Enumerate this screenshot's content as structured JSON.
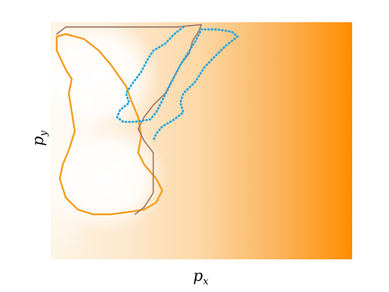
{
  "chart_data": {
    "type": "heatmap",
    "title": "",
    "xlabel_main": "p",
    "xlabel_sub": "x",
    "ylabel_main": "p",
    "ylabel_sub": "y",
    "grid": false,
    "legend": "none",
    "colormap": {
      "low": "#ffffff",
      "mid": "#fbd9a8",
      "high": "#ff8c00"
    },
    "description_values": {
      "x_range": [
        0,
        1
      ],
      "y_range": [
        0,
        1
      ]
    },
    "series": [
      {
        "style": "solid-orange",
        "color": "#f39c1a",
        "points": [
          [
            0.02,
            0.06
          ],
          [
            0.02,
            0.12
          ],
          [
            0.05,
            0.2
          ],
          [
            0.07,
            0.24
          ],
          [
            0.06,
            0.3
          ],
          [
            0.07,
            0.38
          ],
          [
            0.08,
            0.46
          ],
          [
            0.06,
            0.54
          ],
          [
            0.04,
            0.6
          ],
          [
            0.03,
            0.66
          ],
          [
            0.05,
            0.74
          ],
          [
            0.09,
            0.79
          ],
          [
            0.14,
            0.81
          ],
          [
            0.2,
            0.81
          ],
          [
            0.26,
            0.8
          ],
          [
            0.31,
            0.79
          ],
          [
            0.35,
            0.76
          ],
          [
            0.37,
            0.71
          ],
          [
            0.35,
            0.66
          ],
          [
            0.31,
            0.6
          ],
          [
            0.29,
            0.55
          ],
          [
            0.3,
            0.48
          ],
          [
            0.29,
            0.4
          ],
          [
            0.27,
            0.34
          ],
          [
            0.25,
            0.27
          ],
          [
            0.2,
            0.18
          ],
          [
            0.16,
            0.12
          ],
          [
            0.11,
            0.07
          ],
          [
            0.05,
            0.05
          ],
          [
            0.02,
            0.06
          ]
        ]
      },
      {
        "style": "solid-gray",
        "color": "#a07868",
        "points": [
          [
            0.02,
            0.05
          ],
          [
            0.05,
            0.02
          ],
          [
            0.2,
            0.02
          ],
          [
            0.31,
            0.02
          ],
          [
            0.42,
            0.02
          ],
          [
            0.5,
            0.01
          ],
          [
            0.49,
            0.04
          ],
          [
            0.47,
            0.08
          ],
          [
            0.46,
            0.13
          ],
          [
            0.43,
            0.18
          ],
          [
            0.4,
            0.25
          ],
          [
            0.38,
            0.3
          ],
          [
            0.34,
            0.35
          ],
          [
            0.31,
            0.4
          ],
          [
            0.29,
            0.45
          ],
          [
            0.31,
            0.5
          ],
          [
            0.34,
            0.55
          ],
          [
            0.34,
            0.63
          ],
          [
            0.34,
            0.72
          ],
          [
            0.31,
            0.78
          ],
          [
            0.28,
            0.81
          ]
        ]
      },
      {
        "style": "dotted-blue",
        "color": "#22a6e0",
        "points": [
          [
            0.44,
            0.02
          ],
          [
            0.41,
            0.05
          ],
          [
            0.38,
            0.09
          ],
          [
            0.34,
            0.12
          ],
          [
            0.32,
            0.16
          ],
          [
            0.3,
            0.21
          ],
          [
            0.27,
            0.26
          ],
          [
            0.25,
            0.3
          ],
          [
            0.26,
            0.34
          ],
          [
            0.23,
            0.37
          ],
          [
            0.22,
            0.4
          ],
          [
            0.24,
            0.42
          ],
          [
            0.28,
            0.42
          ],
          [
            0.33,
            0.41
          ],
          [
            0.35,
            0.38
          ],
          [
            0.37,
            0.33
          ],
          [
            0.39,
            0.28
          ],
          [
            0.41,
            0.23
          ],
          [
            0.43,
            0.18
          ],
          [
            0.45,
            0.14
          ],
          [
            0.48,
            0.08
          ],
          [
            0.5,
            0.03
          ],
          [
            0.55,
            0.03
          ],
          [
            0.6,
            0.04
          ],
          [
            0.62,
            0.06
          ],
          [
            0.58,
            0.1
          ],
          [
            0.54,
            0.15
          ],
          [
            0.51,
            0.19
          ],
          [
            0.48,
            0.25
          ],
          [
            0.44,
            0.3
          ],
          [
            0.43,
            0.34
          ],
          [
            0.44,
            0.38
          ],
          [
            0.41,
            0.41
          ],
          [
            0.37,
            0.44
          ],
          [
            0.35,
            0.47
          ],
          [
            0.34,
            0.5
          ]
        ]
      }
    ]
  }
}
